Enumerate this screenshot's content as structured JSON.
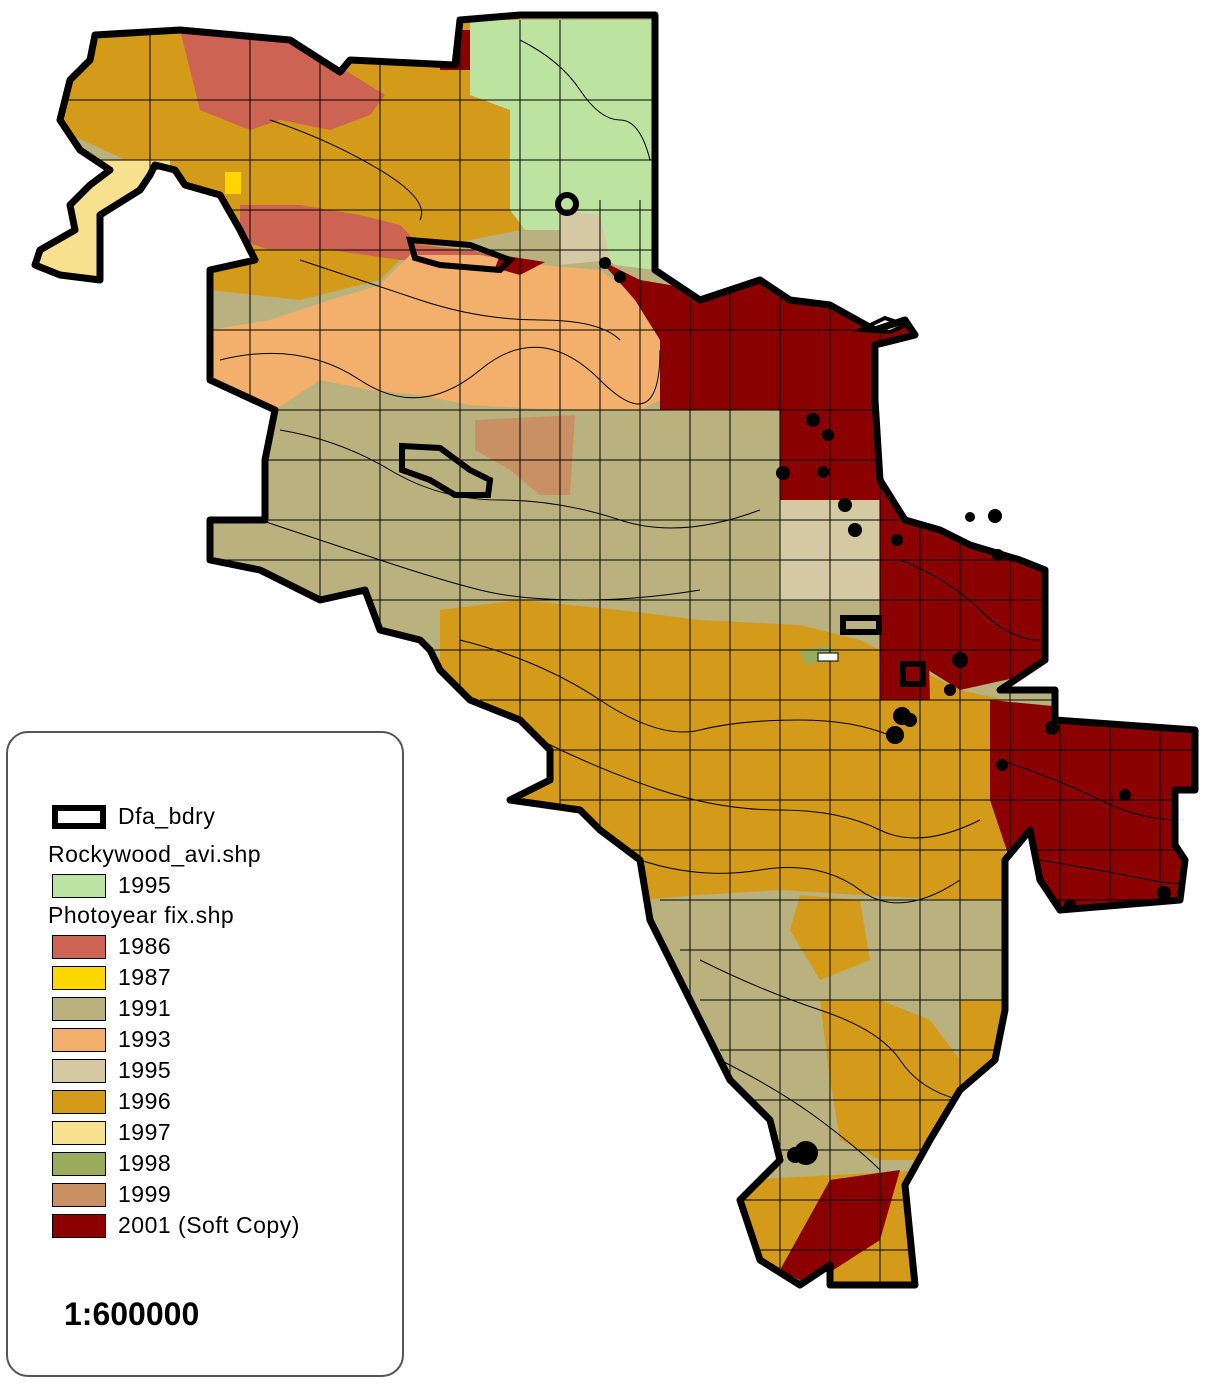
{
  "legend": {
    "boundary": {
      "label": "Dfa_bdry"
    },
    "layer1": {
      "title": "Rockywood_avi.shp",
      "items": [
        {
          "label": "1995",
          "color": "#bde3a0"
        }
      ]
    },
    "layer2": {
      "title": "Photoyear fix.shp",
      "items": [
        {
          "label": "1986",
          "color": "#cd6352"
        },
        {
          "label": "1987",
          "color": "#ffd700"
        },
        {
          "label": "1991",
          "color": "#b9b27e"
        },
        {
          "label": "1993",
          "color": "#f3b06c"
        },
        {
          "label": "1995",
          "color": "#d4c9a3"
        },
        {
          "label": "1996",
          "color": "#d49b1b"
        },
        {
          "label": "1997",
          "color": "#f7e18f"
        },
        {
          "label": "1998",
          "color": "#9aab5c"
        },
        {
          "label": "1999",
          "color": "#c99063"
        },
        {
          "label": "2001 (Soft Copy)",
          "color": "#8b0000"
        }
      ]
    },
    "scale": "1:600000"
  }
}
